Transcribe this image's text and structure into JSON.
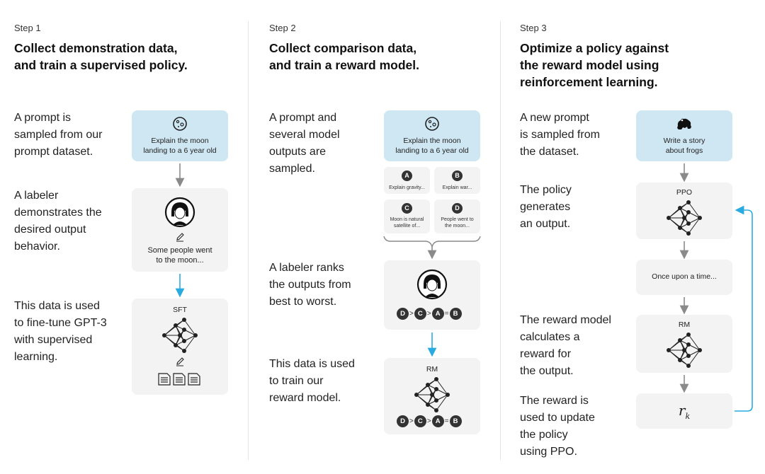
{
  "colors": {
    "accent_blue": "#29abe2",
    "arrow_gray": "#8a8a8a",
    "prompt_box": "#cfe7f3",
    "card_bg": "#f3f3f3",
    "circle_dark": "#333333"
  },
  "step1": {
    "label": "Step 1",
    "title": "Collect demonstration data,\nand train a supervised policy.",
    "desc1": "A prompt is\nsampled from our\nprompt dataset.",
    "desc2": "A labeler\ndemonstrates the\ndesired output\nbehavior.",
    "desc3": "This data is used\nto fine-tune GPT-3\nwith supervised\nlearning.",
    "prompt_text": "Explain the moon\nlanding to a 6 year old",
    "labeler_output": "Some people went\nto the moon...",
    "model_label": "SFT",
    "icons": [
      "moon-icon",
      "labeler-avatar-icon",
      "pencil-icon",
      "neural-net-icon",
      "document-icon"
    ]
  },
  "step2": {
    "label": "Step 2",
    "title": "Collect comparison data,\nand train a reward model.",
    "desc1": "A prompt and\nseveral model\noutputs are\nsampled.",
    "desc2": "A labeler ranks\nthe outputs from\nbest to worst.",
    "desc3": "This data is used\nto train our\nreward model.",
    "prompt_text": "Explain the moon\nlanding to a 6 year old",
    "outputs": [
      {
        "letter": "A",
        "text": "Explain gravity..."
      },
      {
        "letter": "B",
        "text": "Explain war..."
      },
      {
        "letter": "C",
        "text": "Moon is natural\nsatellite of..."
      },
      {
        "letter": "D",
        "text": "People went to\nthe moon..."
      }
    ],
    "ranking": [
      "D",
      ">",
      "C",
      ">",
      "A",
      "=",
      "B"
    ],
    "model_label": "RM",
    "icons": [
      "moon-icon",
      "labeler-avatar-icon",
      "neural-net-icon"
    ]
  },
  "step3": {
    "label": "Step 3",
    "title": "Optimize a policy against\nthe reward model using\nreinforcement learning.",
    "desc1": "A new prompt\nis sampled from\nthe dataset.",
    "desc2": "The policy\ngenerates\nan output.",
    "desc3": "The reward model\ncalculates a\nreward for\nthe output.",
    "desc4": "The reward is\nused to update\nthe policy\nusing PPO.",
    "prompt_text": "Write a story\nabout frogs",
    "policy_label": "PPO",
    "output_text": "Once upon a time...",
    "rm_label": "RM",
    "reward_symbol": "r",
    "reward_subscript": "k",
    "icons": [
      "frog-icon",
      "neural-net-icon"
    ]
  }
}
